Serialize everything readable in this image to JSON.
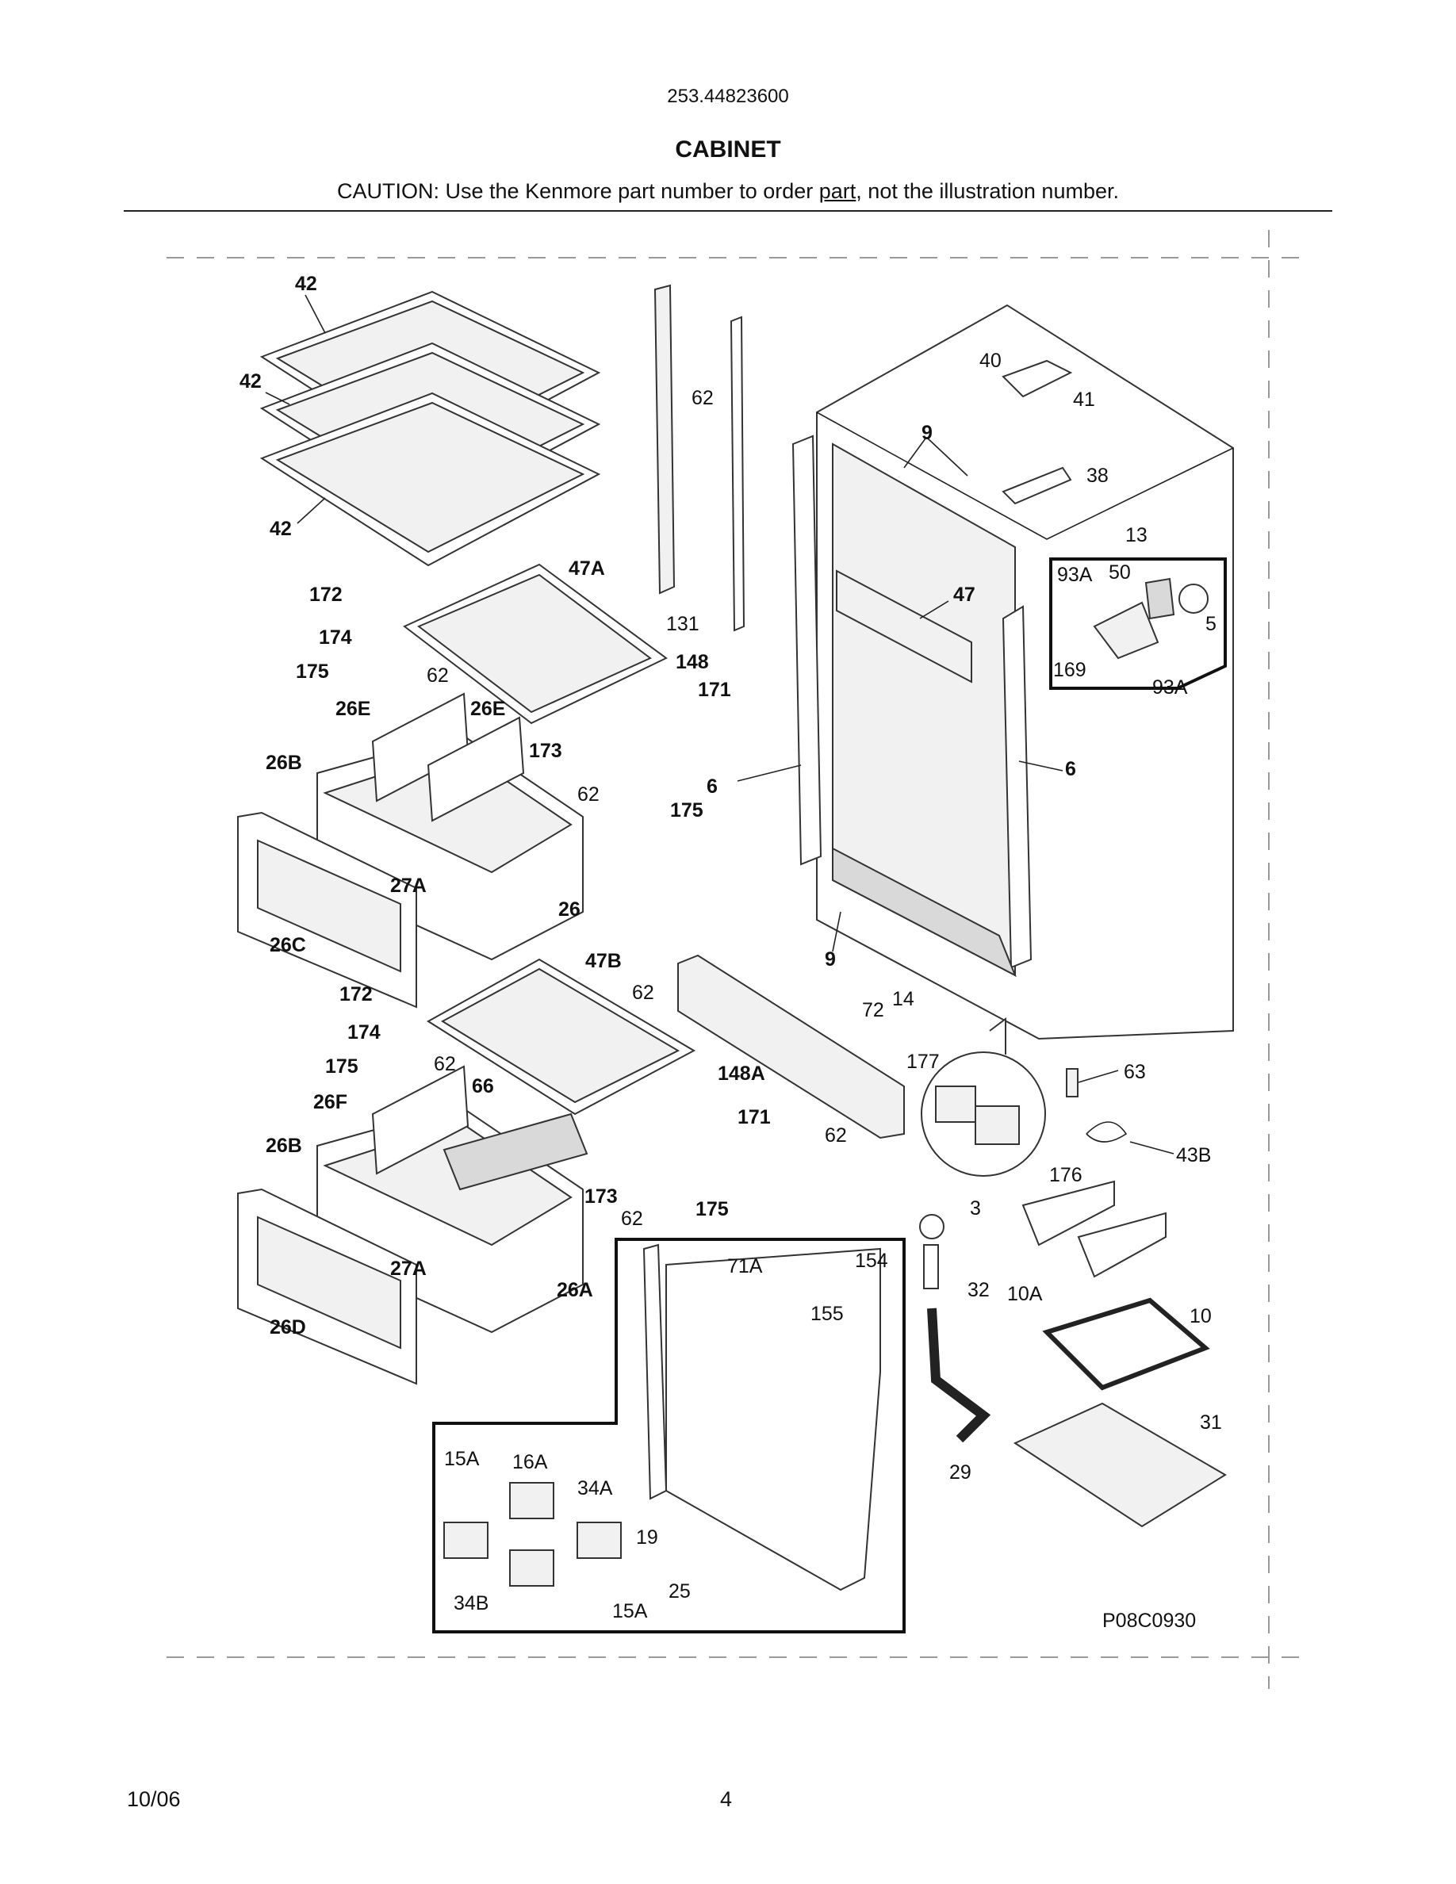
{
  "header": {
    "model_number": "253.44823600",
    "title": "CABINET",
    "caution_prefix": "CAUTION: Use the Kenmore part number to order ",
    "caution_underlined": "part",
    "caution_suffix": ", not the illustration number."
  },
  "diagram_code": "P08C0930",
  "footer": {
    "date": "10/06",
    "page": "4"
  },
  "callouts": {
    "c42a": "42",
    "c42b": "42",
    "c42c": "42",
    "c62a": "62",
    "c131": "131",
    "c40": "40",
    "c41": "41",
    "c38": "38",
    "c9a": "9",
    "c47": "47",
    "c13": "13",
    "c93a1": "93A",
    "c50": "50",
    "c5": "5",
    "c169": "169",
    "c93a2": "93A",
    "c172a": "172",
    "c174a": "174",
    "c175a": "175",
    "c62b": "62",
    "c47a": "47A",
    "c148": "148",
    "c171a": "171",
    "c26e1": "26E",
    "c26e2": "26E",
    "c173a": "173",
    "c62c": "62",
    "c175b": "175",
    "c6a": "6",
    "c6b": "6",
    "c26b1": "26B",
    "c27a1": "27A",
    "c26": "26",
    "c26c": "26C",
    "c9b": "9",
    "c172b": "172",
    "c47b": "47B",
    "c62d": "62",
    "c174b": "174",
    "c175c": "175",
    "c62e": "62",
    "c148a": "148A",
    "c72": "72",
    "c14": "14",
    "c177": "177",
    "c63": "63",
    "c26f": "26F",
    "c66": "66",
    "c171b": "171",
    "c62f": "62",
    "c26b2": "26B",
    "c173b": "173",
    "c62g": "62",
    "c175d": "175",
    "c43b": "43B",
    "c176": "176",
    "c3": "3",
    "c27a2": "27A",
    "c26a": "26A",
    "c26d": "26D",
    "c71a": "71A",
    "c154": "154",
    "c155": "155",
    "c32": "32",
    "c10a": "10A",
    "c10": "10",
    "c31": "31",
    "c29": "29",
    "c15a1": "15A",
    "c16a": "16A",
    "c34a": "34A",
    "c19": "19",
    "c34b": "34B",
    "c25": "25",
    "c15a2": "15A"
  }
}
